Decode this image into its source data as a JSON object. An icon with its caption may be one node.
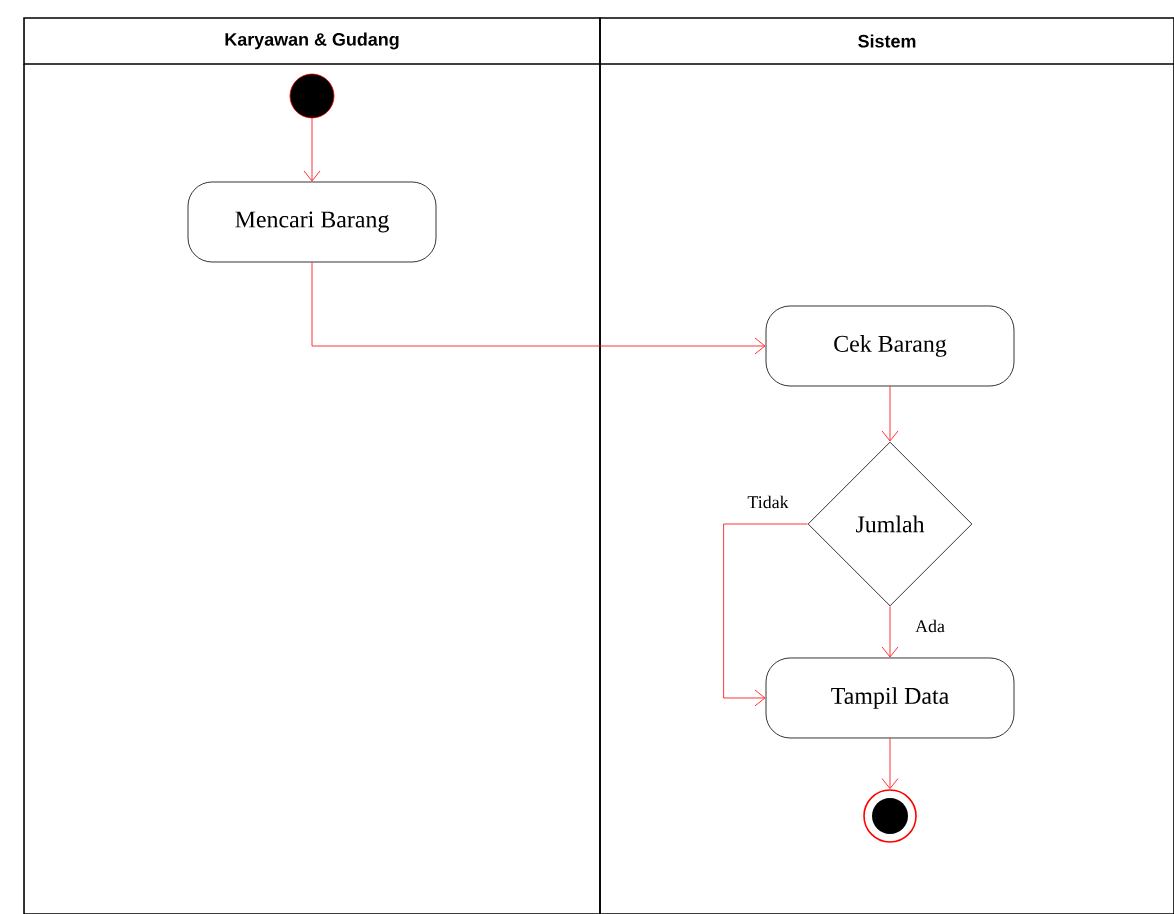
{
  "diagram": {
    "nodes": [
      {
        "text": [
          "Karyawan & Gudang"
        ]
      },
      {
        "text": [
          "Sistem"
        ]
      },
      {
        "text": [],
        "shape": "circle",
        "in": 0
      },
      {
        "text": [
          "Mencari Barang"
        ],
        "in": 0
      },
      {
        "text": [
          "Cek Barang"
        ],
        "in": 1
      },
      {
        "text": [
          "Jumlah"
        ],
        "in": 1
      },
      {
        "text": [
          "Tampil Data"
        ],
        "in": 1
      },
      {
        "text": [],
        "shape": "circle",
        "in": 1
      }
    ],
    "edges": [
      {
        "from": 2,
        "to": 3,
        "arrow": "to"
      },
      {
        "from": 3,
        "to": 4,
        "arrow": "to"
      },
      {
        "from": 4,
        "to": 5,
        "arrow": "to"
      },
      {
        "from": 5,
        "to": 6,
        "arrow": "to",
        "label": "Ada"
      },
      {
        "from": 5,
        "to": 6,
        "arrow": "to",
        "label": "Tidak"
      },
      {
        "from": 6,
        "to": 7,
        "arrow": "to"
      }
    ]
  }
}
